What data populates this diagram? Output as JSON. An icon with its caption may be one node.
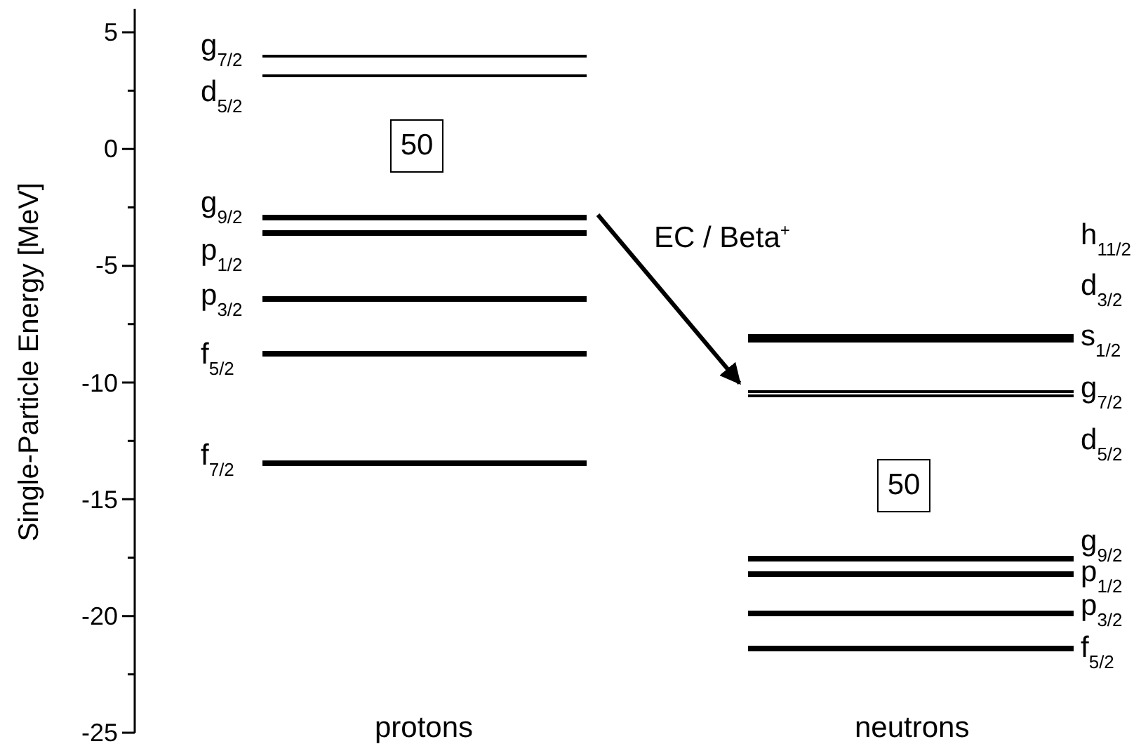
{
  "diagram": {
    "nodes": [
      {
        "text": [
          "g$_{7/2}$"
        ]
      },
      {
        "text": [
          "d$_{5/2}$"
        ]
      },
      {
        "text": [
          "50"
        ]
      },
      {
        "text": [
          "g$_{9/2}$"
        ]
      },
      {
        "text": [
          "p$_{1/2}$"
        ]
      },
      {
        "text": [
          "p$_{3/2}$"
        ]
      },
      {
        "text": [
          "f$_{5/2}$"
        ]
      },
      {
        "text": [
          "f$_{7/2}$"
        ]
      },
      {
        "text": [
          "h$_{11/2}$",
          "d$_{3/2}$",
          "s$_{1/2}$"
        ]
      },
      {
        "text": [
          "g$_{7/2}$",
          "d$_{5/2}$"
        ]
      },
      {
        "text": [
          "50"
        ]
      },
      {
        "text": [
          "g$_{9/2}$"
        ]
      },
      {
        "text": [
          "p$_{1/2}$"
        ]
      },
      {
        "text": [
          "p$_{3/2}$"
        ]
      },
      {
        "text": [
          "f$_{5/2}$"
        ]
      }
    ],
    "edges": [
      {
        "from": 3,
        "to": 9,
        "arrow": "to",
        "label": "EC / Beta$^{+}$"
      }
    ],
    "labels": [
      "5",
      "0",
      "-5",
      "-10",
      "-15",
      "-20",
      "-25",
      "Single-Particle Energy [MeV]",
      "protons",
      "neutrons"
    ]
  }
}
